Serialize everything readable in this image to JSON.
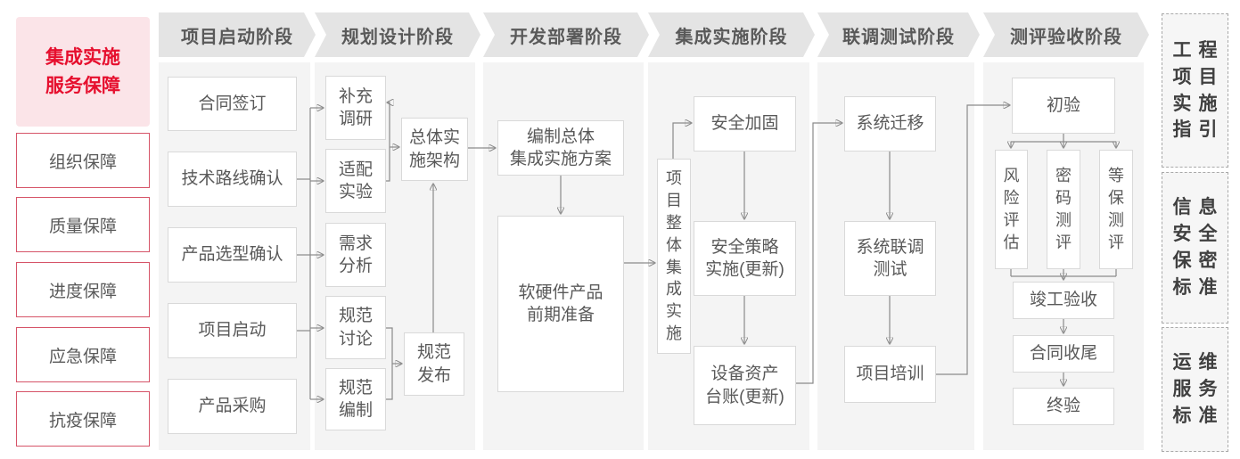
{
  "sidebar": {
    "title": "集成实施\n服务保障",
    "items": [
      "组织保障",
      "质量保障",
      "进度保障",
      "应急保障",
      "抗疫保障"
    ]
  },
  "phases": [
    {
      "label": "项目启动阶段",
      "boxes": [
        "合同签订",
        "技术路线确认",
        "产品选型确认",
        "项目启动",
        "产品采购"
      ]
    },
    {
      "label": "规划设计阶段",
      "boxes": [
        "补充\n调研",
        "适配\n实验",
        "需求\n分析",
        "规范\n讨论",
        "规范\n编制",
        "总体实\n施架构",
        "规范\n发布"
      ]
    },
    {
      "label": "开发部署阶段",
      "boxes": [
        "编制总体\n集成实施方案",
        "软硬件产品\n前期准备"
      ]
    },
    {
      "label": "集成实施阶段",
      "boxes": [
        "项\n目\n整\n体\n集\n成\n实\n施",
        "安全加固",
        "安全策略\n实施(更新)",
        "设备资产\n台账(更新)"
      ]
    },
    {
      "label": "联调测试阶段",
      "boxes": [
        "系统迁移",
        "系统联调\n测试",
        "项目培训"
      ]
    },
    {
      "label": "测评验收阶段",
      "boxes": [
        "初验",
        "风\n险\n评\n估",
        "密\n码\n测\n评",
        "等\n保\n测\n评",
        "竣工验收",
        "合同收尾",
        "终验"
      ]
    }
  ],
  "standards": [
    "工程\n项目\n实施\n指引",
    "信息\n安全\n保密\n标准",
    "运维\n服务\n标准"
  ],
  "colors": {
    "accent_red": "#e60f2e",
    "pink_bg": "#fbe4e8",
    "border_red": "#d65468",
    "header_gray": "#e4e4e4",
    "band_gray": "#f4f4f4",
    "line_gray": "#8a8a8a",
    "text_gray": "#595959"
  }
}
